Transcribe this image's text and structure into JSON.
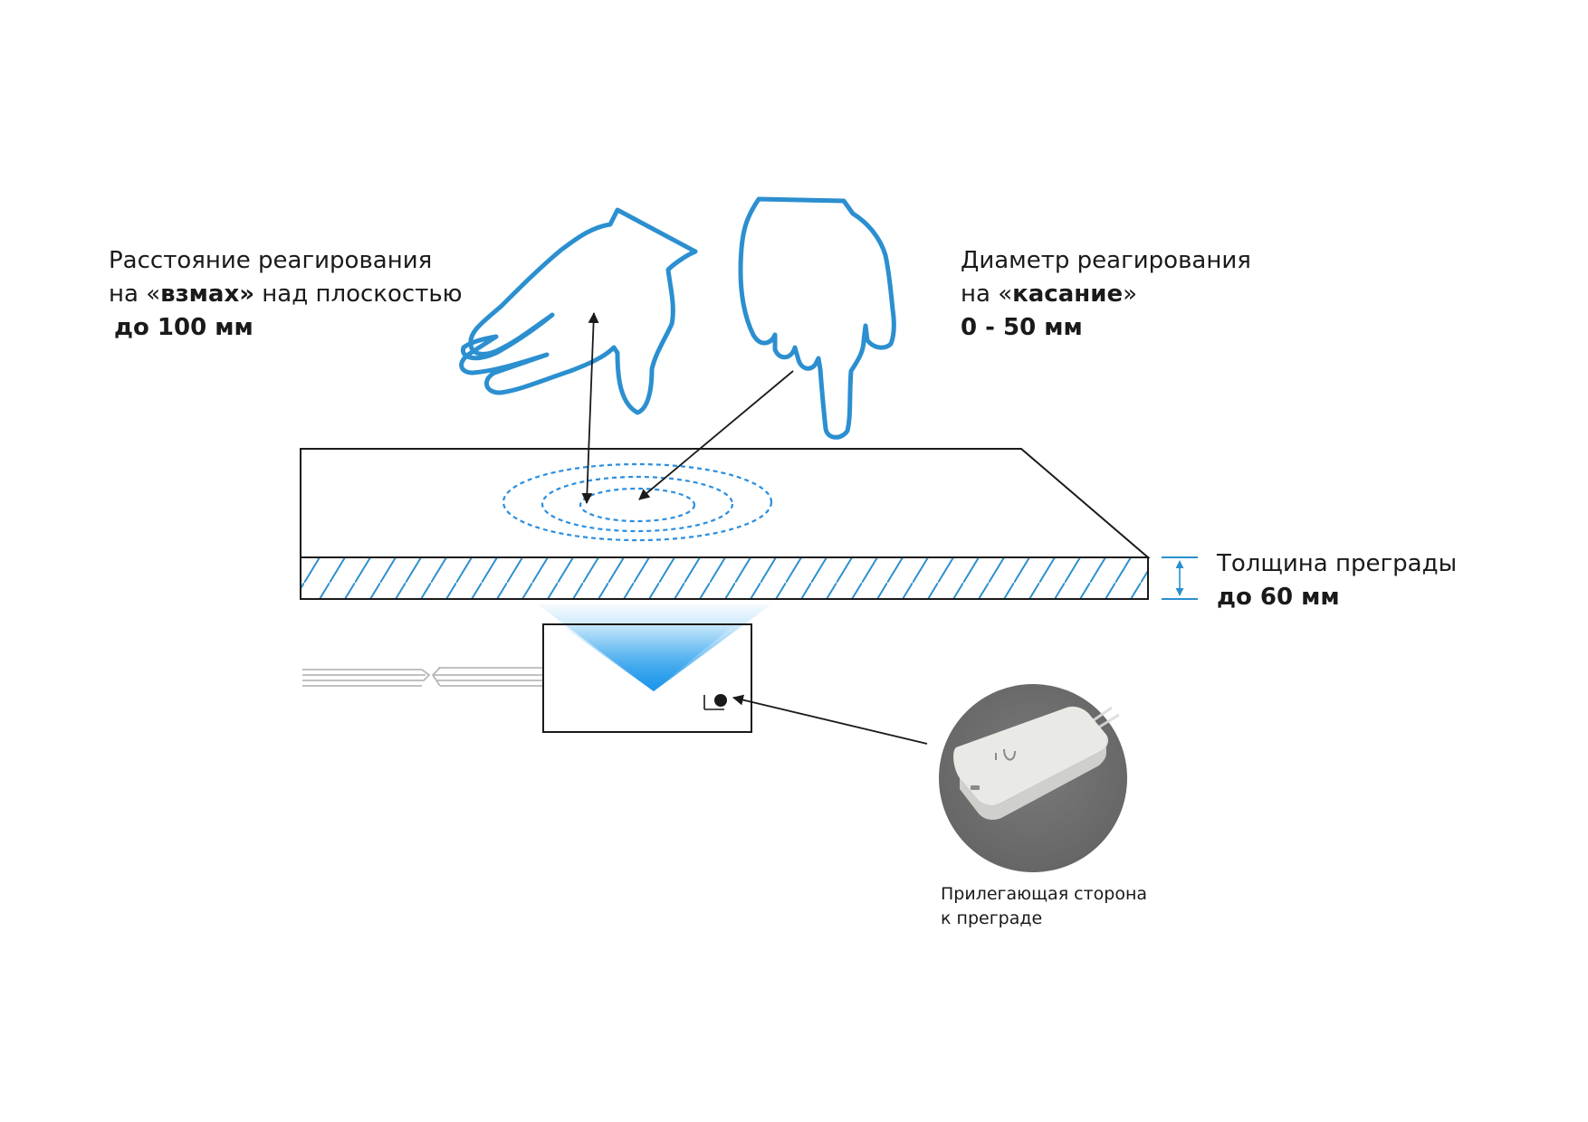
{
  "labels": {
    "swipe": {
      "line1": "Расстояние реагирования",
      "line2_prefix": "на «",
      "line2_bold": "взмах»",
      "line2_suffix": " над плоскостью",
      "line3": "до 100 мм"
    },
    "touch": {
      "line1": "Диаметр реагирования",
      "line2_prefix": "на «",
      "line2_bold": "касание",
      "line2_suffix": "»",
      "line3": "0 - 50 мм"
    },
    "thickness": {
      "line1": "Толщина преграды",
      "line2": "до 60 мм"
    },
    "photo_caption": {
      "line1": "Прилегающая сторона",
      "line2": "к преграде"
    }
  },
  "colors": {
    "accent_blue": "#2b8fd0",
    "ring_blue": "#2a8ee0",
    "beam_blue": "#3aa8ee",
    "outline": "#1a1a1a",
    "photo_bg": "#6f6f6f",
    "device_body": "#e7e7e3"
  },
  "icons": {
    "open_hand": "open-hand-icon",
    "pointing_hand": "pointing-hand-icon",
    "device_photo": "sensor-device-photo"
  }
}
